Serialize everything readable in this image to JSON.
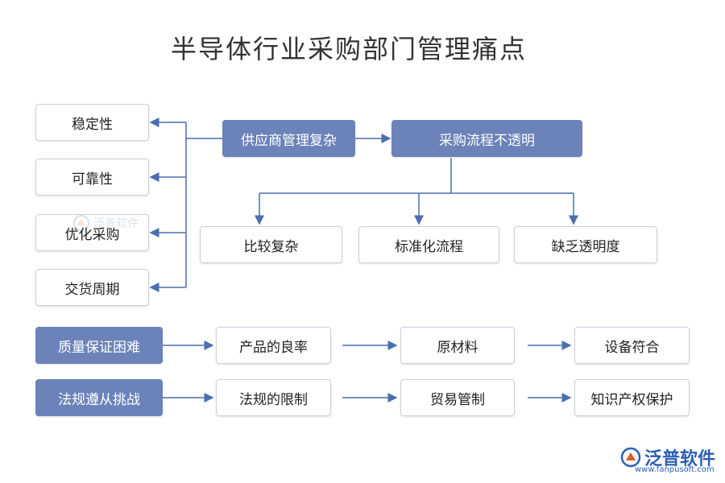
{
  "title": "半导体行业采购部门管理痛点",
  "left_column": [
    "稳定性",
    "可靠性",
    "优化采购",
    "交货周期"
  ],
  "top_row": {
    "supplier": "供应商管理复杂",
    "process": "采购流程不透明"
  },
  "process_children": [
    "比较复杂",
    "标准化流程",
    "缺乏透明度"
  ],
  "quality_row": {
    "head": "质量保证困难",
    "items": [
      "产品的良率",
      "原材料",
      "设备符合"
    ]
  },
  "compliance_row": {
    "head": "法规遵从挑战",
    "items": [
      "法规的限制",
      "贸易管制",
      "知识产权保护"
    ]
  },
  "watermark": {
    "text": "泛普软件",
    "icon": "fanpu-logo-icon"
  },
  "logo": {
    "name": "泛普软件",
    "url": "www.fanpusoft.com",
    "icon": "fanpu-logo-icon"
  },
  "colors": {
    "accent": "#6b83b8",
    "line": "#4a6fb0",
    "border": "#c9d1de"
  }
}
